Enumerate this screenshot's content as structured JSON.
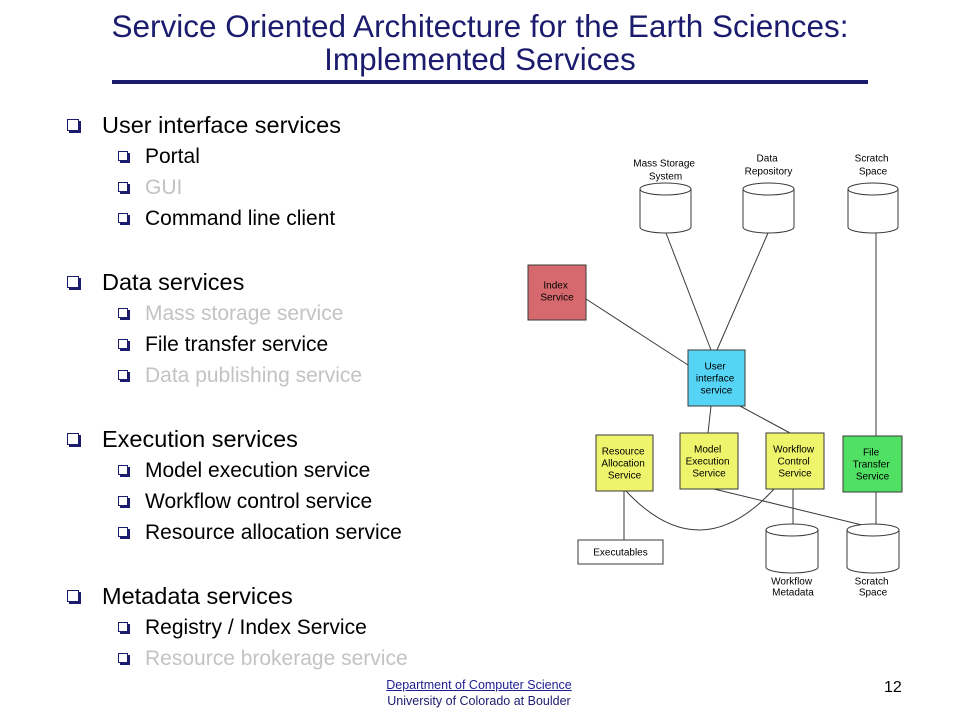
{
  "slide": {
    "title_lines": [
      "Service Oriented Architecture for the Earth Sciences:",
      "Implemented Services"
    ],
    "page_number": "12"
  },
  "outline": [
    {
      "label": "User interface services",
      "items": [
        {
          "label": "Portal",
          "dimmed": false
        },
        {
          "label": "GUI",
          "dimmed": true
        },
        {
          "label": "Command line client",
          "dimmed": false
        }
      ]
    },
    {
      "label": "Data services",
      "items": [
        {
          "label": "Mass storage service",
          "dimmed": true
        },
        {
          "label": "File transfer service",
          "dimmed": false
        },
        {
          "label": "Data publishing service",
          "dimmed": true
        }
      ]
    },
    {
      "label": "Execution services",
      "items": [
        {
          "label": "Model execution service",
          "dimmed": false
        },
        {
          "label": "Workflow control service",
          "dimmed": false
        },
        {
          "label": "Resource allocation service",
          "dimmed": false
        }
      ]
    },
    {
      "label": "Metadata services",
      "items": [
        {
          "label": "Registry / Index Service",
          "dimmed": false
        },
        {
          "label": "Resource brokerage service",
          "dimmed": true
        }
      ]
    }
  ],
  "diagram": {
    "stores": {
      "mass_storage": {
        "label": [
          "Mass Storage",
          "System"
        ]
      },
      "data_repository": {
        "label": [
          "Data",
          "Repository"
        ]
      },
      "scratch_space_top": {
        "label": [
          "Scratch",
          "Space"
        ]
      },
      "workflow_metadata": {
        "label": [
          "Workflow",
          "Metadata"
        ]
      },
      "scratch_space_bottom": {
        "label": [
          "Scratch",
          "Space"
        ]
      }
    },
    "services": {
      "index": {
        "label": [
          "Index",
          "Service"
        ],
        "color": "#d6696d"
      },
      "user_interface": {
        "label": [
          "User",
          "interface",
          "service"
        ],
        "color": "#55d4f5"
      },
      "resource_allocation": {
        "label": [
          "Resource",
          "Allocation",
          "Service"
        ],
        "color": "#eef46b"
      },
      "model_execution": {
        "label": [
          "Model",
          "Execution",
          "Service"
        ],
        "color": "#eef46b"
      },
      "workflow_control": {
        "label": [
          "Workflow",
          "Control",
          "Service"
        ],
        "color": "#eef46b"
      },
      "file_transfer": {
        "label": [
          "File",
          "Transfer",
          "Service"
        ],
        "color": "#50e064"
      }
    },
    "executables": {
      "label": "Executables",
      "color": "#ffffff"
    }
  },
  "footer": {
    "department": "Department of Computer Science",
    "university": "University of Colorado at Boulder"
  },
  "colors": {
    "title": "#1c1c6e",
    "bullet": "#1c1c6e",
    "dimmed_text": "#c3c3c3",
    "link": "#1d1d8f"
  }
}
